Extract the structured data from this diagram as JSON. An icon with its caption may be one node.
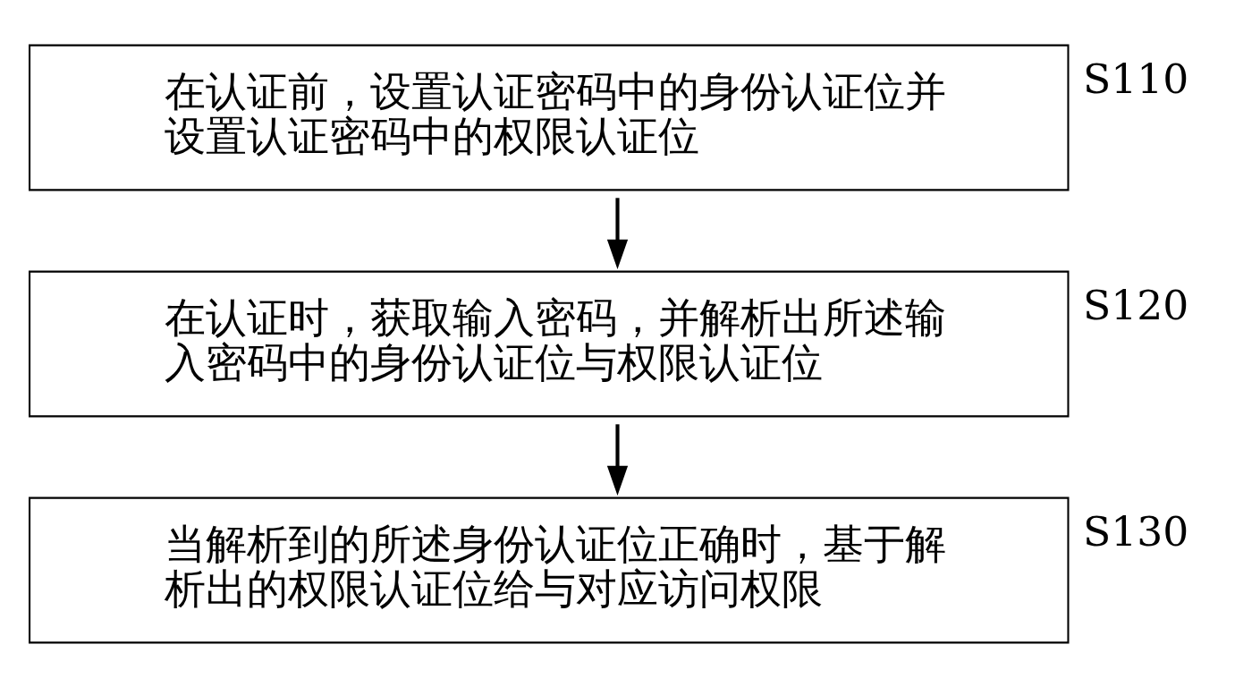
{
  "diagram": {
    "nodes": [
      {
        "text": [
          "在认证前，设置认证密码中的身份认证位并设置认证密码中的权限认证位"
        ],
        "beside": [
          "S110"
        ]
      },
      {
        "text": [
          "在认证时，获取输入密码，并解析出所述输入密码中的身份认证位与权限认证位"
        ],
        "beside": [
          "S120"
        ]
      },
      {
        "text": [
          "当解析到的所述身份认证位正确时，基于解析出的权限认证位给与对应访问权限"
        ],
        "beside": [
          "S130"
        ]
      }
    ],
    "edges": [
      {
        "from": 0,
        "to": 1,
        "arrow": "to"
      },
      {
        "from": 1,
        "to": 2,
        "arrow": "to"
      }
    ]
  }
}
